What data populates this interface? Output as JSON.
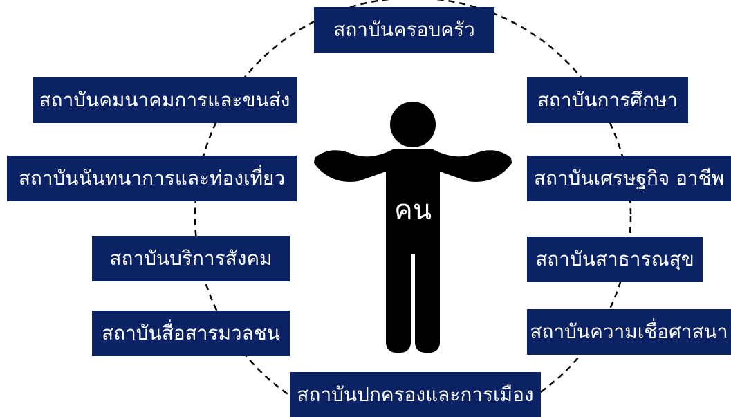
{
  "center_label": "คน",
  "colors": {
    "box_fill": "#0b2265",
    "box_text": "#ffffff",
    "figure": "#000000",
    "ring": "#000000"
  },
  "institutions": {
    "family": "สถาบันครอบครัว",
    "education": "สถาบันการศึกษา",
    "economy": "สถาบันเศรษฐกิจ อาชีพ",
    "health": "สถาบันสาธารณสุข",
    "religion": "สถาบันความเชื่อศาสนา",
    "governance": "สถาบันปกครองและการเมือง",
    "mass_media": "สถาบันสื่อสารมวลชน",
    "social_services": "สถาบันบริการสังคม",
    "recreation_tourism": "สถาบันนันทนาการและท่องเที่ยว",
    "transport": "สถาบันคมนาคมการและขนส่ง"
  }
}
